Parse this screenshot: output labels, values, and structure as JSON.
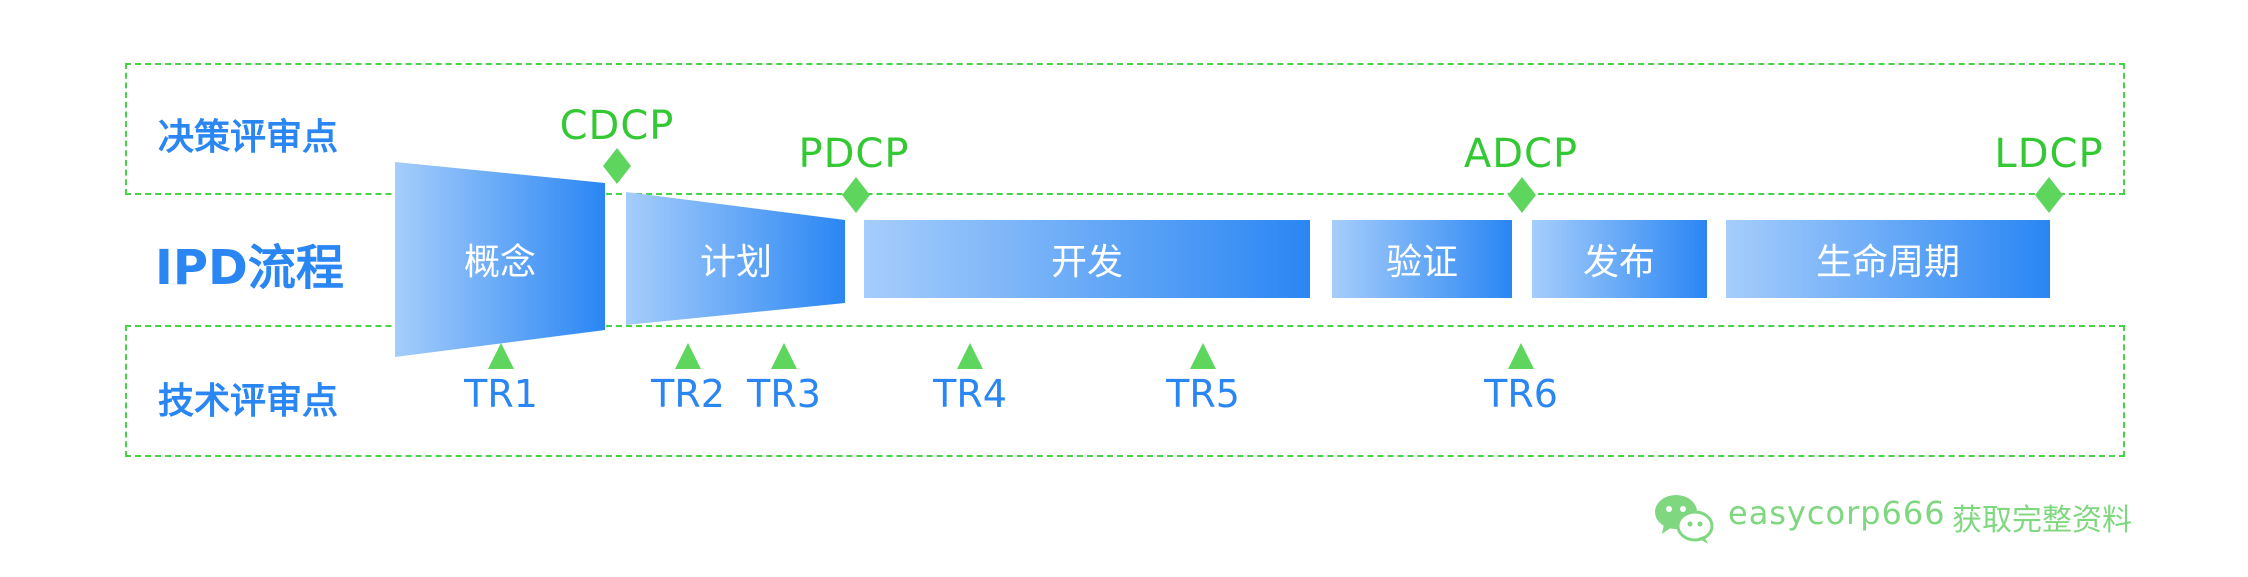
{
  "rows": {
    "decision": "决策评审点",
    "process": "IPD流程",
    "technical": "技术评审点"
  },
  "phases": [
    "概念",
    "计划",
    "开发",
    "验证",
    "发布",
    "生命周期"
  ],
  "gates": [
    "CDCP",
    "PDCP",
    "ADCP",
    "LDCP"
  ],
  "reviews": [
    "TR1",
    "TR2",
    "TR3",
    "TR4",
    "TR5",
    "TR6"
  ],
  "watermark": {
    "icon": "wechat-icon",
    "account": "easycorp666",
    "cta": "获取完整资料"
  },
  "colors": {
    "blue_light": "#a6cdfb",
    "blue_dark": "#2a86f3",
    "green": "#34c934",
    "dashed_border": "#4ad14a"
  }
}
